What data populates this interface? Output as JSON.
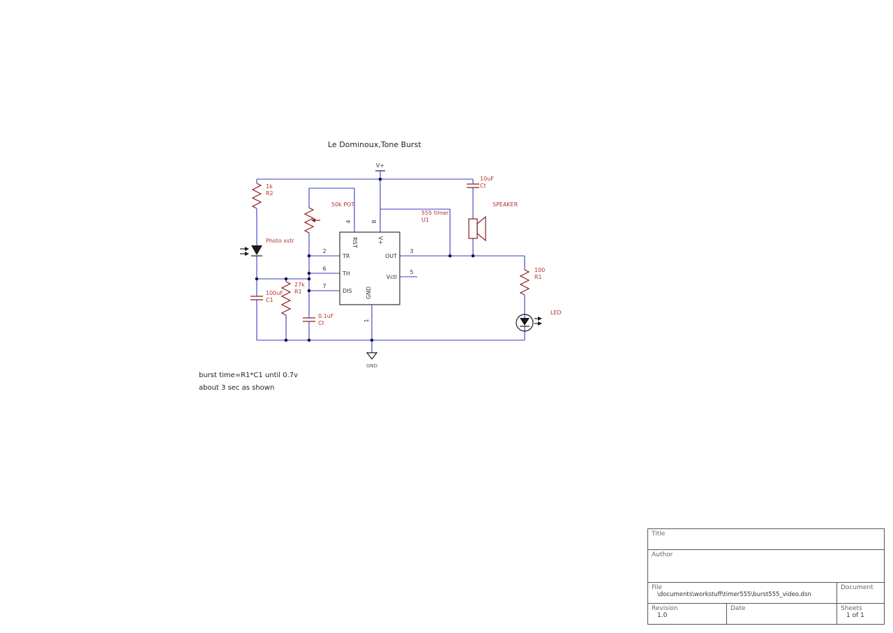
{
  "schematic": {
    "title": "Le Dominoux,Tone Burst",
    "power": {
      "vplus_label": "V+",
      "gnd_label": "GND"
    },
    "components": {
      "r2": {
        "value": "1k",
        "ref": "R2"
      },
      "photo": {
        "label": "Photo xstr"
      },
      "c1": {
        "value": "100uF",
        "ref": "C1"
      },
      "r1_timing": {
        "value": "27k",
        "ref": "R1"
      },
      "pot": {
        "label": "50k POT"
      },
      "ct_timing": {
        "value": "0.1uF",
        "ref": "Ct"
      },
      "u1": {
        "label": "555 timer",
        "ref": "U1"
      },
      "ct_out": {
        "value": "10uF",
        "ref": "Ct"
      },
      "speaker": {
        "label": "SPEAKER"
      },
      "r1_out": {
        "value": "100",
        "ref": "R1"
      },
      "led": {
        "label": "LED"
      }
    },
    "ic": {
      "pins": {
        "rst": {
          "num": "4",
          "name": "RST"
        },
        "vcc": {
          "num": "8",
          "name": "V+"
        },
        "tr": {
          "num": "2",
          "name": "TR"
        },
        "th": {
          "num": "6",
          "name": "TH"
        },
        "dis": {
          "num": "7",
          "name": "DIS"
        },
        "out": {
          "num": "3",
          "name": "OUT"
        },
        "vctl": {
          "num": "5",
          "name": "Vctl"
        },
        "gnd": {
          "num": "1",
          "name": "GND"
        }
      }
    },
    "notes": [
      "burst time=R1*C1 until 0.7v",
      "about 3 sec as shown"
    ]
  },
  "title_block": {
    "title_label": "Title",
    "author_label": "Author",
    "file_label": "File",
    "file_value": "\\documents\\workstuff\\timer555\\burst555_video.dsn",
    "document_label": "Document",
    "revision_label": "Revision",
    "revision_value": "1.0",
    "date_label": "Date",
    "sheets_label": "Sheets",
    "sheets_value": "1 of 1"
  },
  "colors": {
    "wire": "#3a3ac6",
    "part": "#8b1a1a",
    "label": "#b33030",
    "ink": "#1a1a1a",
    "muted": "#666666",
    "frame": "#555555"
  }
}
